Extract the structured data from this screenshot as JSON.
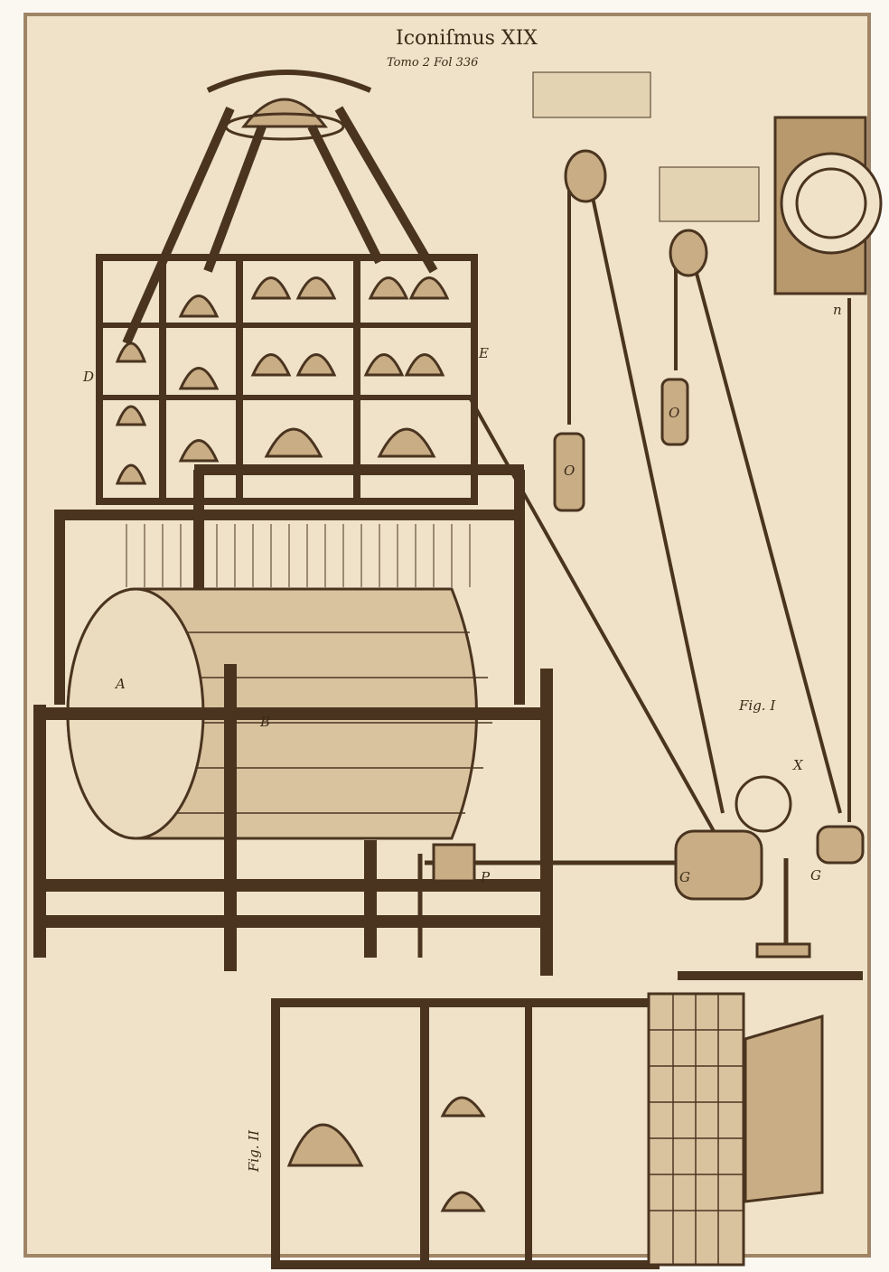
{
  "plate": {
    "title": "Iconiſmus XIX",
    "subtitle": "Tomo 2 Fol 336",
    "figure_labels": {
      "fig1": "Fig. I",
      "fig2": "Fig. II"
    },
    "letters": {
      "a": "A",
      "b": "B",
      "d": "D",
      "e": "E",
      "o1": "O",
      "o2": "O",
      "p": "P",
      "g1": "G",
      "g2": "G",
      "x": "X",
      "n": "n"
    },
    "colors": {
      "paper": "#efe2c8",
      "ink": "#4a3420",
      "border": "#a08466"
    }
  }
}
